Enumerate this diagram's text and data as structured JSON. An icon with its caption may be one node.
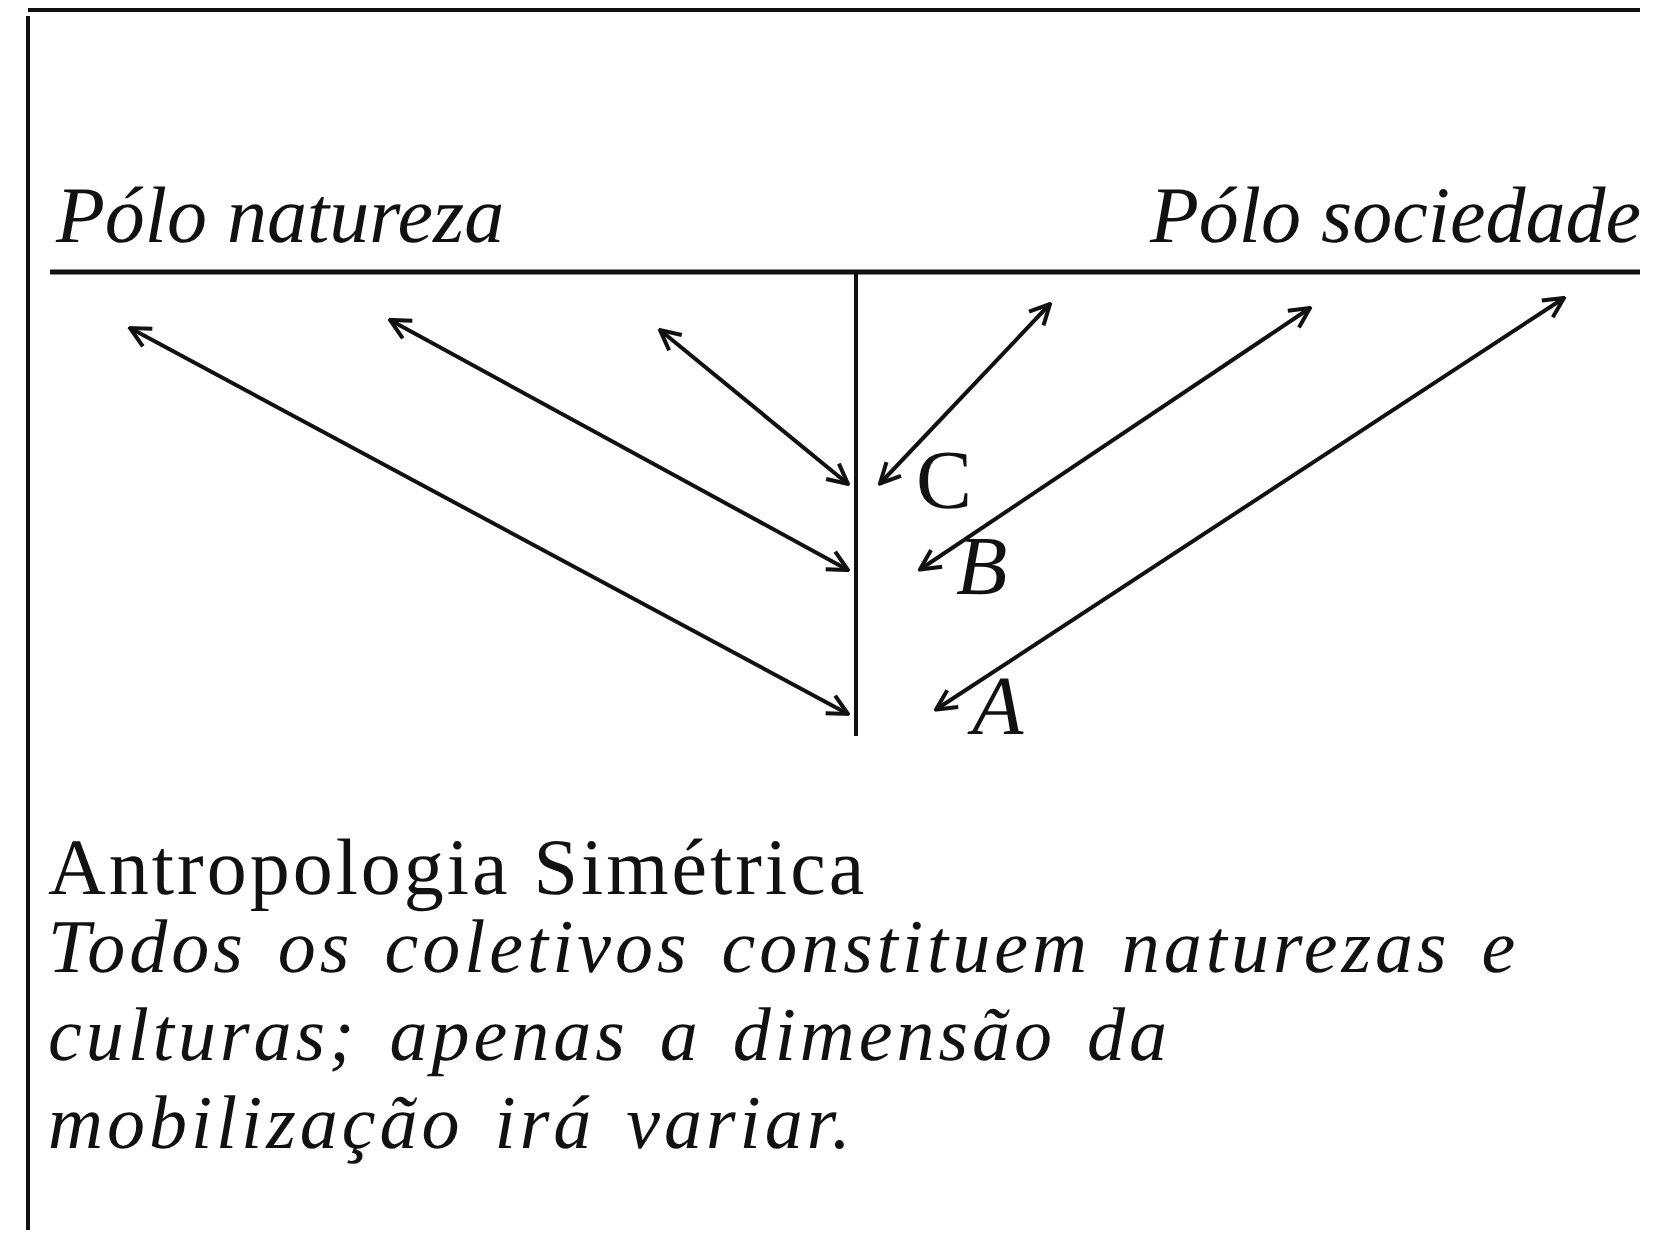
{
  "diagram": {
    "caption": "Antropologia Simétrica",
    "nodes": [
      {
        "text": [
          "Pólo natureza"
        ]
      },
      {
        "text": [
          "Pólo sociedade"
        ]
      },
      {
        "text": [
          "C"
        ]
      },
      {
        "text": [
          "B"
        ]
      },
      {
        "text": [
          "A"
        ]
      },
      {
        "text": [],
        "shape": "bar"
      }
    ],
    "edges": [
      {
        "from": null,
        "to": 5,
        "arrow": "both"
      },
      {
        "from": null,
        "to": 5,
        "arrow": "both"
      },
      {
        "from": null,
        "to": 5,
        "arrow": "both"
      },
      {
        "from": 1,
        "to": 2,
        "arrow": "both"
      },
      {
        "from": 1,
        "to": 3,
        "arrow": "both"
      },
      {
        "from": 1,
        "to": 4,
        "arrow": "both"
      }
    ],
    "labels": [
      "Todos os coletivos constituem naturezas e culturas; apenas a dimensão da mobilização irá variar."
    ]
  }
}
